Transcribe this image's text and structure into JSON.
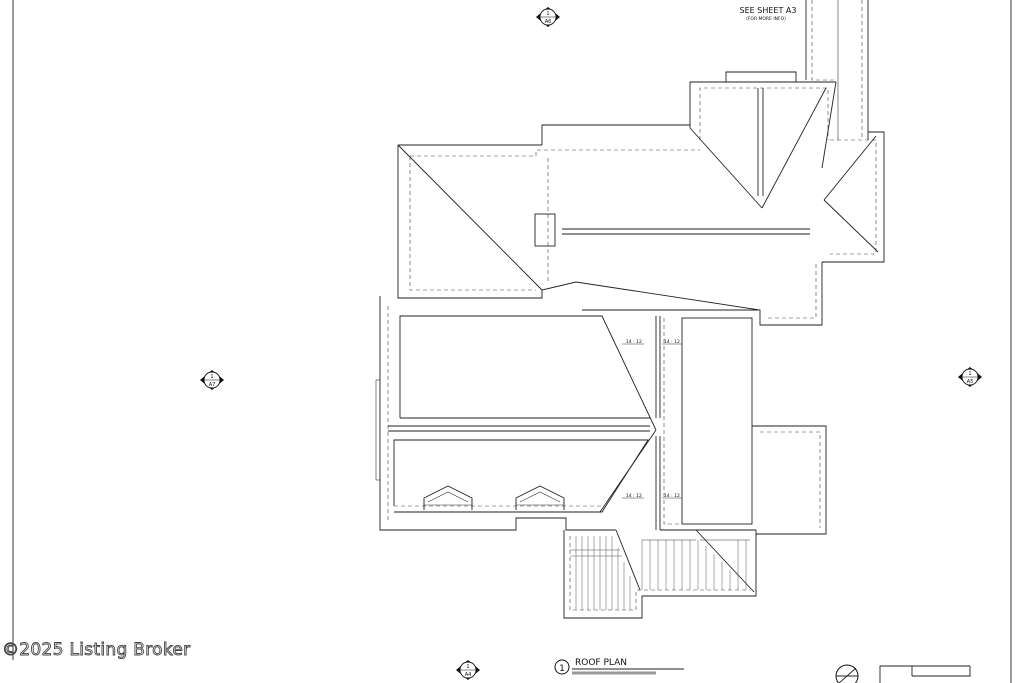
{
  "sheet_note": {
    "title": "SEE SHEET A3",
    "subtitle": "(FOR MORE INFO)"
  },
  "markers": {
    "top": {
      "num": "1",
      "sheet": "A6"
    },
    "left": {
      "num": "1",
      "sheet": "A7"
    },
    "right": {
      "num": "1",
      "sheet": "A5"
    },
    "bottom": {
      "num": "1",
      "sheet": "A4"
    }
  },
  "pitch_labels": [
    "14 : 12",
    "14 : 12",
    "14 : 12",
    "14 : 12"
  ],
  "plan_title": {
    "num": "1",
    "label": "ROOF PLAN"
  },
  "watermark": "©2025 Listing Broker"
}
